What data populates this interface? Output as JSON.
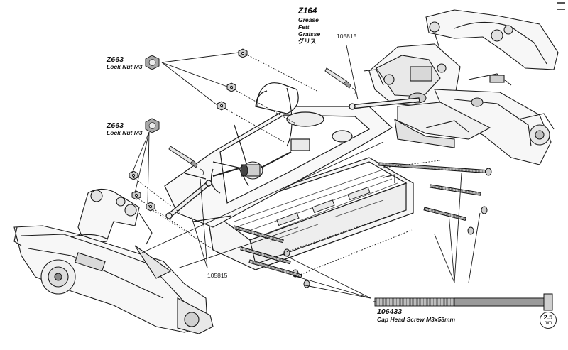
{
  "labels": {
    "grease": {
      "code": "Z164",
      "lines": [
        "Grease",
        "Fett",
        "Graisse",
        "グリス"
      ]
    },
    "lock_nut_top": {
      "code": "Z663",
      "desc": "Lock Nut M3"
    },
    "lock_nut_mid": {
      "code": "Z663",
      "desc": "Lock Nut M3"
    },
    "part_top": "105815",
    "part_bottom": "105815",
    "screw": {
      "code": "106433",
      "desc": "Cap Head Screw M3x58mm"
    },
    "tool_badge": {
      "size": "2.5",
      "unit": "mm"
    }
  },
  "colors": {
    "line": "#1a1a1a",
    "screw": "#9a9a9a",
    "part_fill": "#f4f4f4"
  },
  "icons": [
    "lock-nut-icon",
    "grease-tube-icon",
    "screw-icon",
    "hex-wrench-badge"
  ]
}
